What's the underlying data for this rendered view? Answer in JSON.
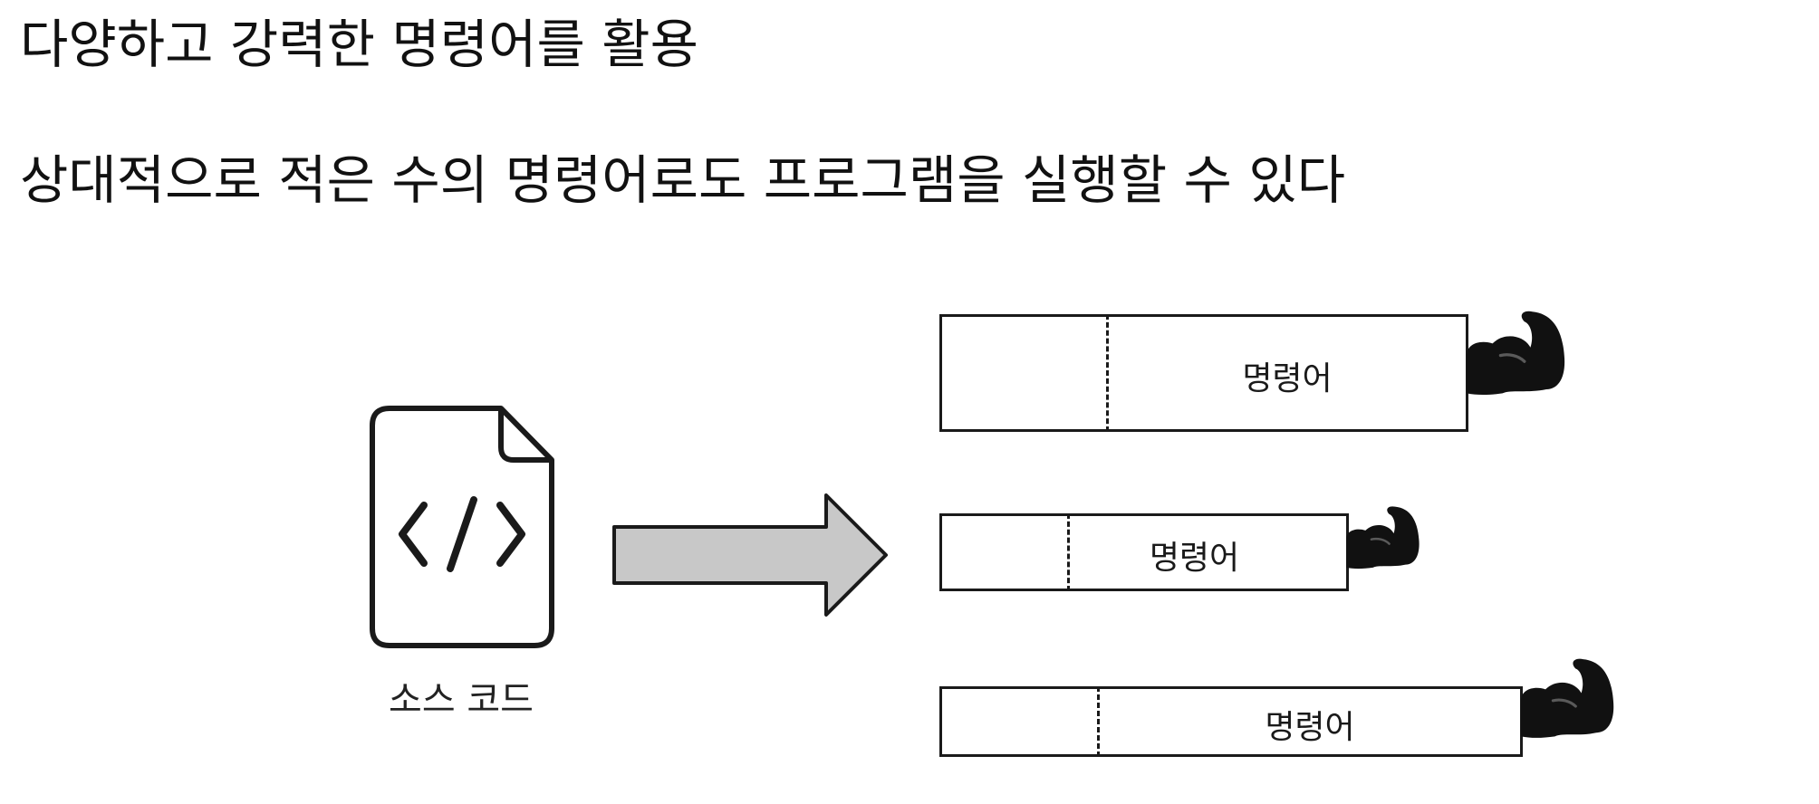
{
  "headings": {
    "line1": "다양하고 강력한 명령어를 활용",
    "line2": "상대적으로 적은 수의 명령어로도 프로그램을 실행할 수 있다"
  },
  "source": {
    "caption": "소스 코드",
    "icon": "code-file-icon"
  },
  "arrow": {
    "fill": "#c8c8c8",
    "stroke": "#1a1a1a"
  },
  "instructions": [
    {
      "label": "명령어",
      "icon": "flexed-biceps-icon"
    },
    {
      "label": "명령어",
      "icon": "flexed-biceps-icon"
    },
    {
      "label": "명령어",
      "icon": "flexed-biceps-icon"
    }
  ]
}
